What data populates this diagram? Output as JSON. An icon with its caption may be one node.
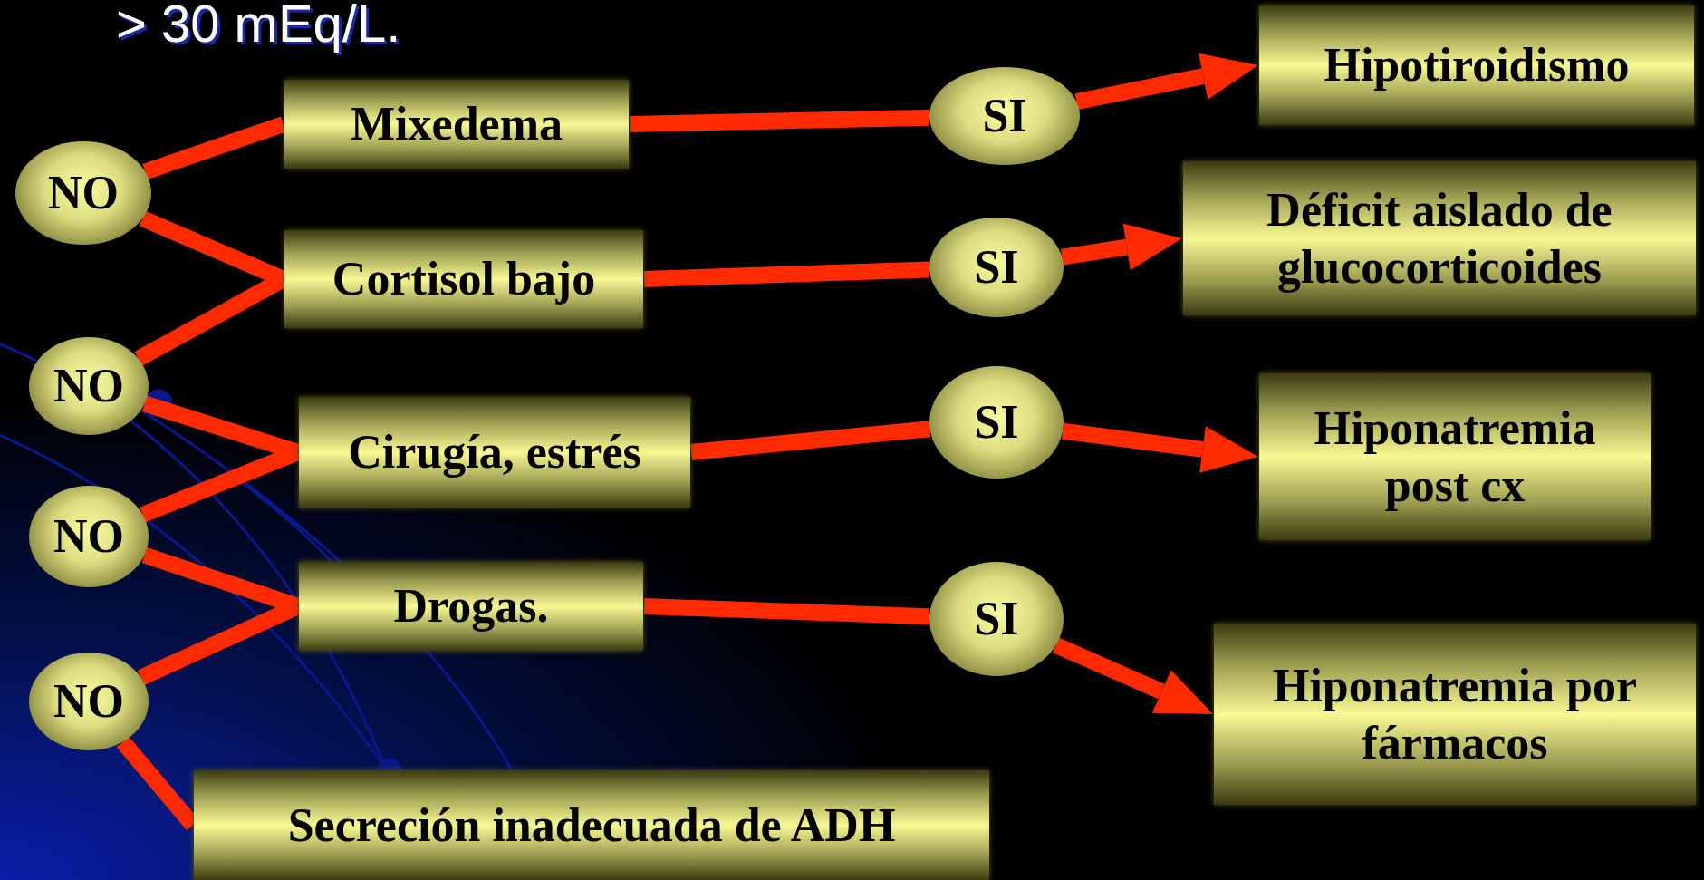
{
  "diagram": {
    "nodes": [
      {
        "text": [
          "NO"
        ]
      },
      {
        "text": [
          "Mixedema"
        ]
      },
      {
        "text": [
          "SI"
        ]
      },
      {
        "text": [
          "Hipotiroidismo"
        ]
      },
      {
        "text": [
          "Cortisol bajo"
        ]
      },
      {
        "text": [
          "SI"
        ]
      },
      {
        "text": [
          "Déficit aislado de glucocorticoides"
        ]
      },
      {
        "text": [
          "NO"
        ]
      },
      {
        "text": [
          "Cirugía, estrés"
        ]
      },
      {
        "text": [
          "SI"
        ]
      },
      {
        "text": [
          "Hiponatremia post cx"
        ]
      },
      {
        "text": [
          "NO"
        ]
      },
      {
        "text": [
          "Drogas."
        ]
      },
      {
        "text": [
          "SI"
        ]
      },
      {
        "text": [
          "Hiponatremia por fármacos"
        ]
      },
      {
        "text": [
          "NO"
        ]
      },
      {
        "text": [
          "Secreción inadecuada de ADH"
        ]
      }
    ],
    "edges": [
      {
        "from": 0,
        "to": 1,
        "arrow": "none"
      },
      {
        "from": 0,
        "to": 4,
        "arrow": "none"
      },
      {
        "from": 7,
        "to": 4,
        "arrow": "none"
      },
      {
        "from": 7,
        "to": 8,
        "arrow": "none"
      },
      {
        "from": 11,
        "to": 8,
        "arrow": "none"
      },
      {
        "from": 11,
        "to": 12,
        "arrow": "none"
      },
      {
        "from": 15,
        "to": 12,
        "arrow": "none"
      },
      {
        "from": 15,
        "to": 16,
        "arrow": "none"
      },
      {
        "from": 1,
        "to": 2,
        "arrow": "none"
      },
      {
        "from": 4,
        "to": 5,
        "arrow": "none"
      },
      {
        "from": 8,
        "to": 9,
        "arrow": "none"
      },
      {
        "from": 12,
        "to": 13,
        "arrow": "none"
      },
      {
        "from": 2,
        "to": 3,
        "arrow": "to"
      },
      {
        "from": 5,
        "to": 6,
        "arrow": "to"
      },
      {
        "from": 9,
        "to": 10,
        "arrow": "to"
      },
      {
        "from": 13,
        "to": 14,
        "arrow": "to"
      }
    ],
    "labels": [
      "> 30 mEq/L."
    ]
  }
}
